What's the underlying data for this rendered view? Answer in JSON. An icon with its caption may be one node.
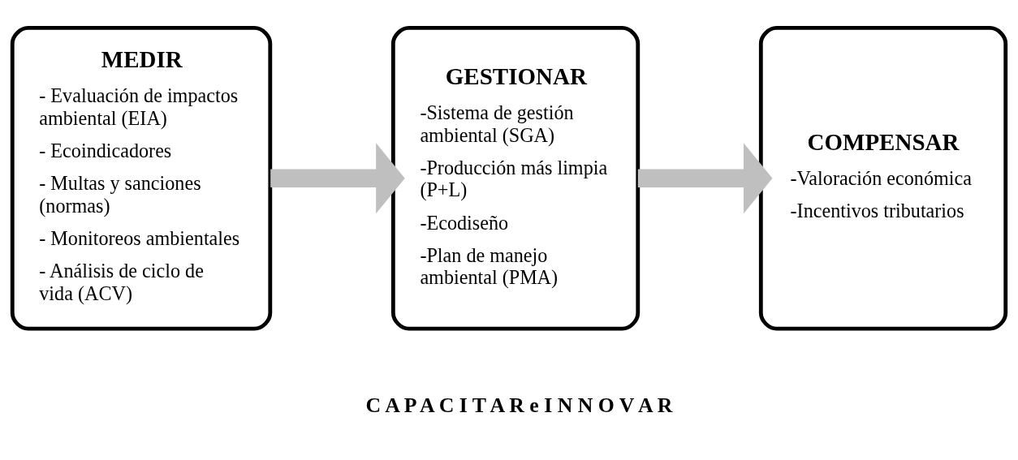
{
  "diagram": {
    "nodes": [
      {
        "text": [
          "MEDIR",
          "- Evaluación de impactos ambiental (EIA)",
          "- Ecoindicadores",
          "- Multas y sanciones (normas)",
          "- Monitoreos ambientales",
          "- Análisis de ciclo de vida (ACV)"
        ]
      },
      {
        "text": [
          "GESTIONAR",
          "-Sistema de gestión ambiental (SGA)",
          "-Producción más limpia (P+L)",
          "-Ecodiseño",
          "-Plan de manejo ambiental (PMA)"
        ]
      },
      {
        "text": [
          "COMPENSAR",
          "-Valoración económica",
          "-Incentivos tributarios"
        ]
      }
    ],
    "edges": [
      {
        "from": 0,
        "to": 1,
        "arrow": "to"
      },
      {
        "from": 1,
        "to": 2,
        "arrow": "to"
      }
    ],
    "labels": [
      "C A P A C I T A R e I N N O V A R"
    ]
  }
}
